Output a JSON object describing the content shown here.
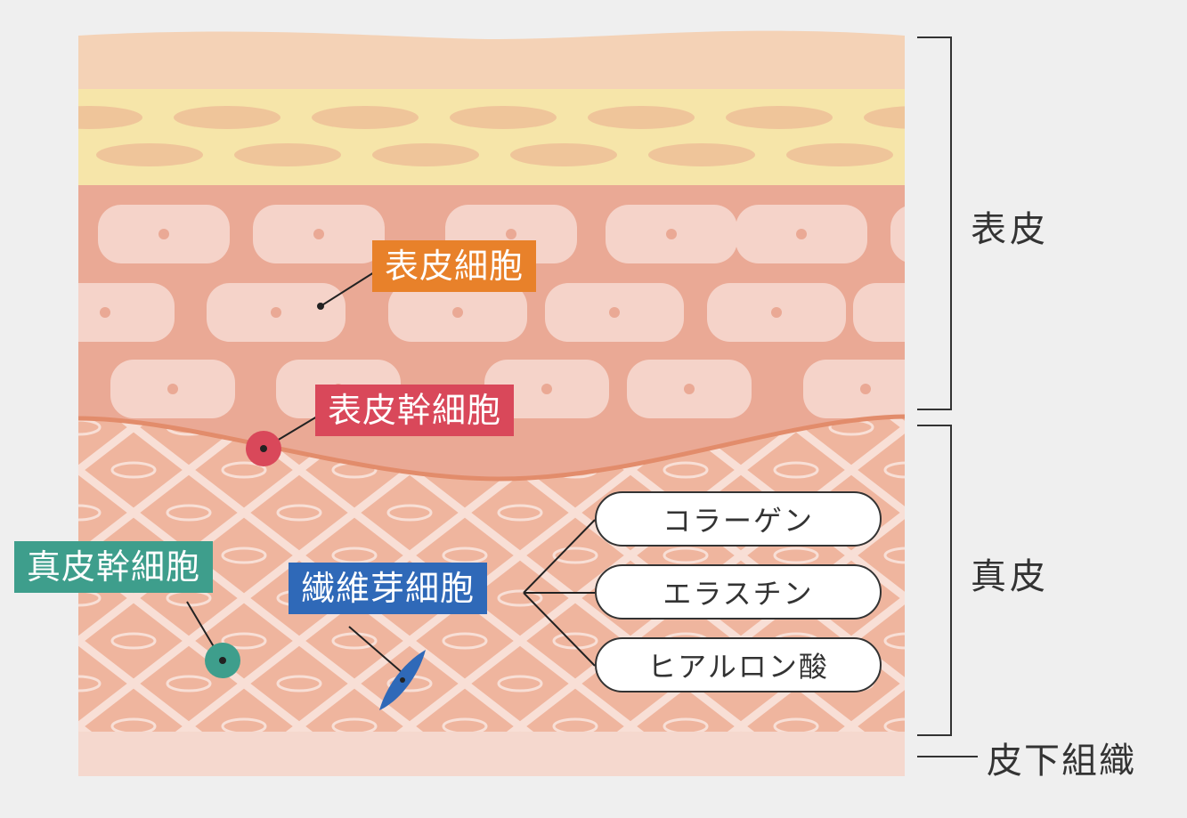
{
  "labels": {
    "epidermal_cell": "表皮細胞",
    "epidermal_stem_cell": "表皮幹細胞",
    "dermal_stem_cell": "真皮幹細胞",
    "fibroblast": "繊維芽細胞"
  },
  "products": [
    "コラーゲン",
    "エラスチン",
    "ヒアルロン酸"
  ],
  "layers": {
    "epidermis": "表皮",
    "dermis": "真皮",
    "subcutaneous": "皮下組織"
  },
  "colors": {
    "background": "#efefef",
    "surface_layer": "#f4d2b6",
    "granular_layer": "#f6e5a9",
    "granular_cell": "#efc59a",
    "epidermis": "#eaa995",
    "epidermal_cell_fill": "#f5d3c9",
    "dermis": "#efb59e",
    "dermis_mesh": "#f8dfd6",
    "basement_line": "#e28c6b",
    "subcutaneous": "#f5d8ce",
    "epidermal_cell_tag": "#e8812a",
    "epidermal_stem_tag": "#d9485a",
    "dermal_stem_tag": "#3e9e8c",
    "fibroblast_tag": "#2f69b8",
    "bracket": "#333333"
  }
}
